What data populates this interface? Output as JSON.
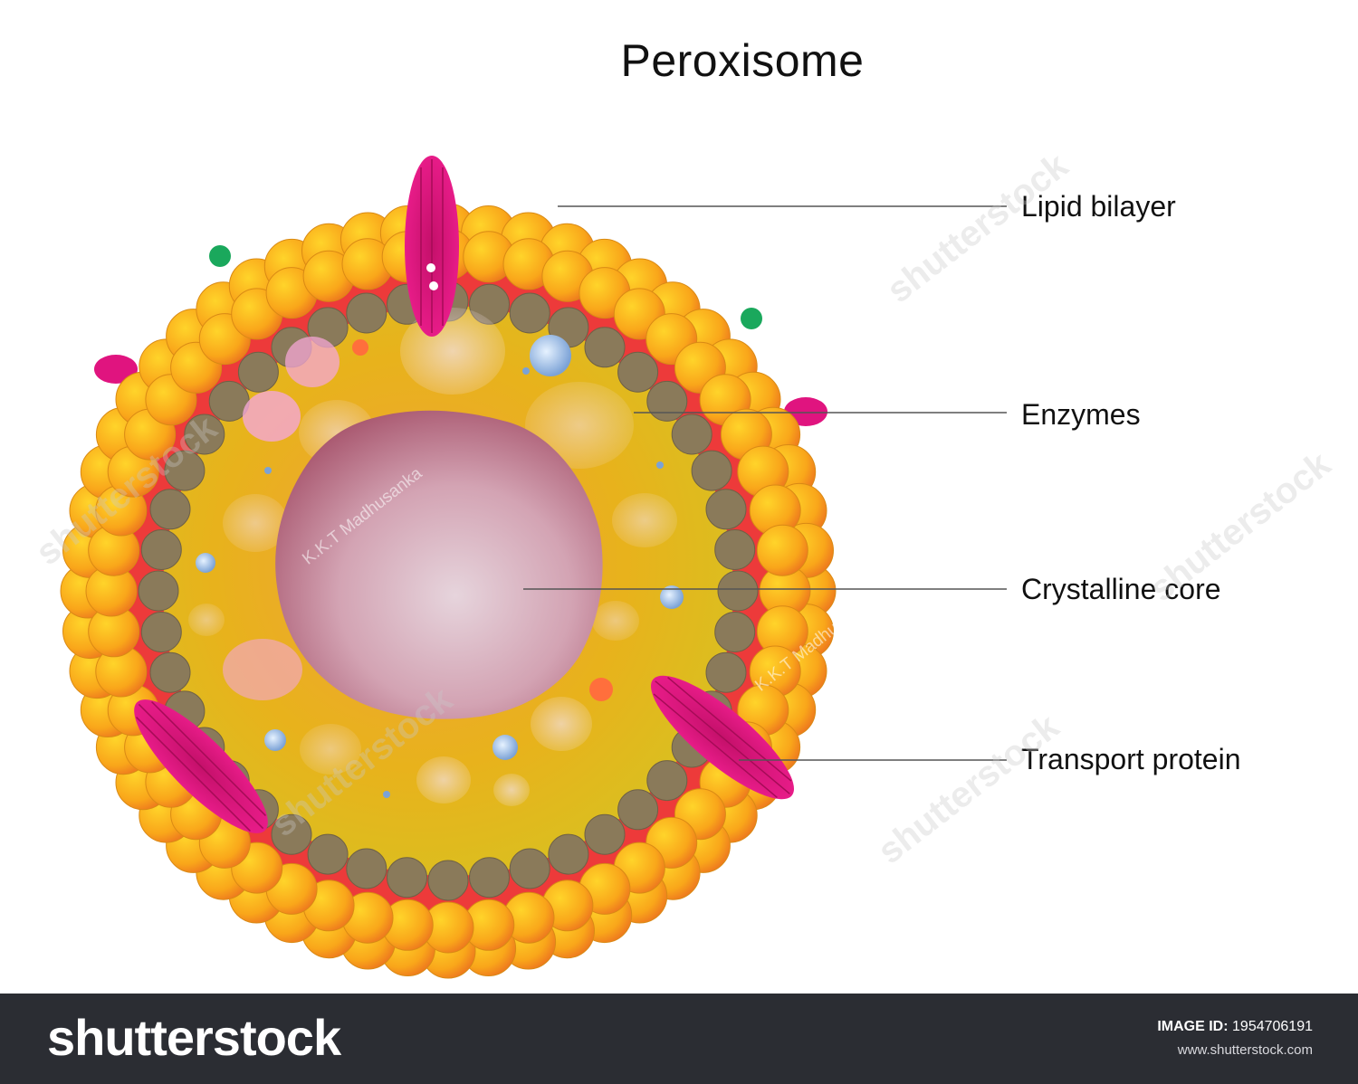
{
  "title": "Peroxisome",
  "labels": {
    "lipid_bilayer": "Lipid bilayer",
    "enzymes": "Enzymes",
    "crystalline_core": "Crystalline core",
    "transport_protein": "Transport protein"
  },
  "watermark": {
    "stock_text": "shutterstock",
    "author_text": "K.K.T Madhusanka"
  },
  "footer": {
    "brand": "shutterstock",
    "image_id_label": "IMAGE ID:",
    "image_id_value": "1954706191",
    "url": "www.shutterstock.com"
  },
  "colors": {
    "lipid_head": "#f9a61a",
    "membrane_red": "#e8233a",
    "inner_head": "#8a7a5a",
    "matrix": "#e8b21c",
    "core": "#c9869a",
    "transport_protein": "#e0147f",
    "footer_bg": "#2b2d33"
  }
}
